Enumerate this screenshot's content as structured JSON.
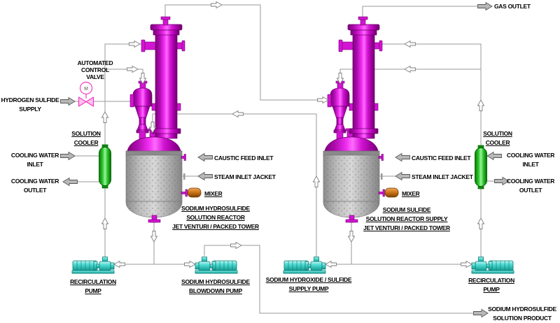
{
  "colors": {
    "vessel_magenta": "#cc00cc",
    "tank_gray": "#b5b5b5",
    "cooler_green": "#22c522",
    "pump_cyan": "#3fd9d0",
    "mixer_orange": "#d97e1f",
    "valve_pink": "#f23cc3",
    "pipe_gray": "#999999",
    "label_black": "#000000"
  },
  "labels": {
    "gas_outlet": "GAS OUTLET",
    "hydrogen_sulfide_supply": {
      "line1": "HYDROGEN SULFIDE",
      "line2": "SUPPLY"
    },
    "automated_control_valve": {
      "line1": "AUTOMATED",
      "line2": "CONTROL",
      "line3": "VALVE",
      "actuator_symbol": "M"
    },
    "solution_cooler": {
      "line1": "SOLUTION",
      "line2": "COOLER"
    },
    "cooling_water_inlet": {
      "line1": "COOLING WATER",
      "line2": "INLET"
    },
    "cooling_water_outlet": {
      "line1": "COOLING WATER",
      "line2": "OUTLET"
    },
    "caustic_feed_inlet": "CAUSTIC FEED INLET",
    "steam_inlet_jacket": "STEAM INLET JACKET",
    "mixer": "MIXER",
    "reactor_1": {
      "line1": "SODIUM HYDROSULFIDE",
      "line2": "SOLUTION REACTOR",
      "line3": "JET VENTURI / PACKED TOWER"
    },
    "reactor_2": {
      "line1": "SODIUM SULFIDE",
      "line2": "SOLUTION REACTOR SUPPLY",
      "line3": "JET VENTURI / PACKED TOWER"
    },
    "recirculation_pump": {
      "line1": "RECIRCULATION",
      "line2": "PUMP"
    },
    "blowdown_pump": {
      "line1": "SODIUM HYDROSULFIDE",
      "line2": "BLOWDOWN PUMP"
    },
    "supply_pump": {
      "line1": "SODIUM HYDROXIDE / SULFIDE",
      "line2": "SUPPLY PUMP"
    },
    "solution_product": {
      "line1": "SODIUM HYDROSULFIDE",
      "line2": "SOLUTION PRODUCT"
    }
  }
}
